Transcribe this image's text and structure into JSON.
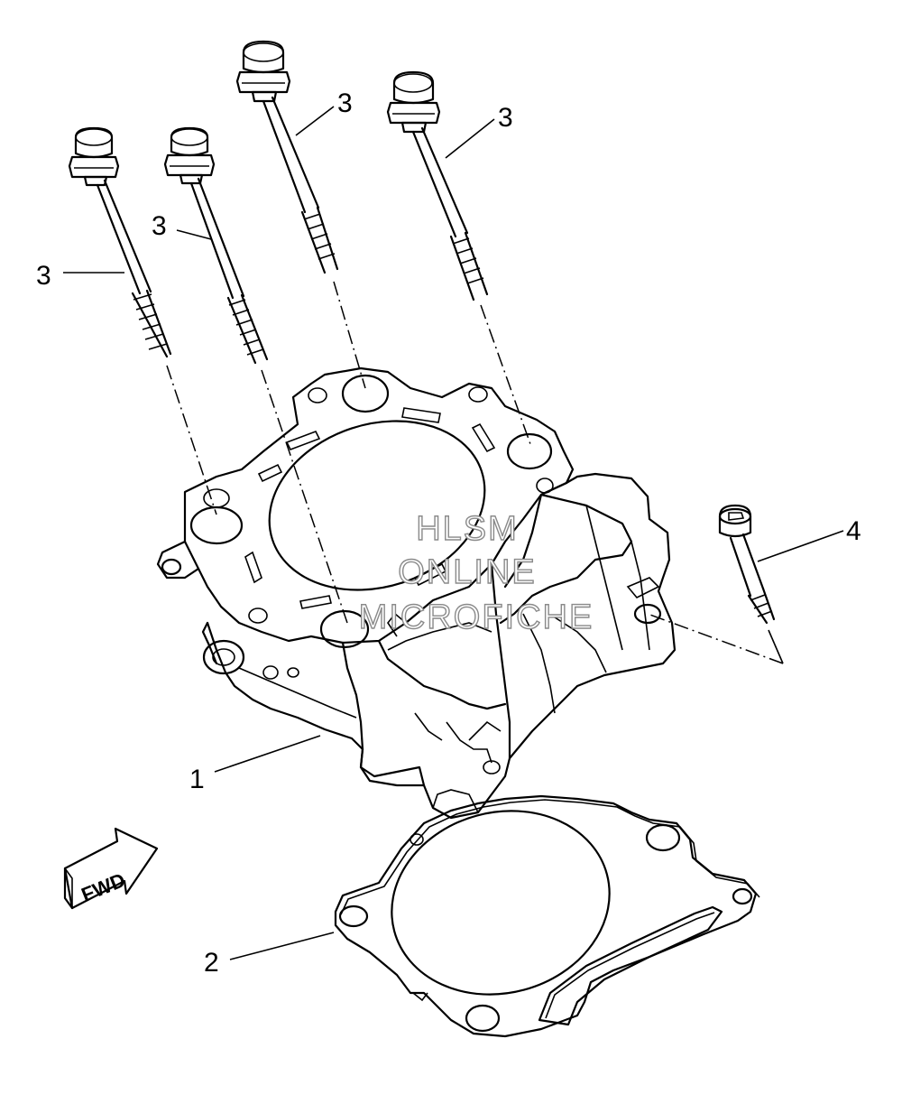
{
  "callouts": {
    "c1": "1",
    "c2": "2",
    "c3a": "3",
    "c3b": "3",
    "c3c": "3",
    "c3d": "3",
    "c4": "4"
  },
  "fwd_label": "FWD",
  "watermark": {
    "line1": "HLSM",
    "line2": "ONLINE",
    "line3": "MICROFICHE"
  }
}
